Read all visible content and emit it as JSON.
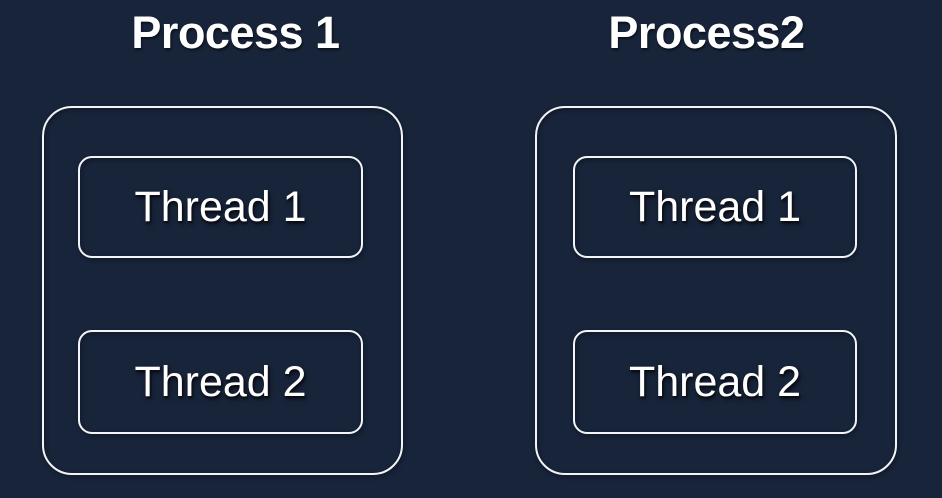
{
  "diagram": {
    "background_color": "#18243a",
    "stroke_color": "#f2f5f8",
    "text_color": "#ffffff",
    "processes": [
      {
        "title": "Process 1",
        "threads": [
          {
            "label": "Thread 1"
          },
          {
            "label": "Thread 2"
          }
        ]
      },
      {
        "title": "Process2",
        "threads": [
          {
            "label": "Thread 1"
          },
          {
            "label": "Thread 2"
          }
        ]
      }
    ]
  }
}
